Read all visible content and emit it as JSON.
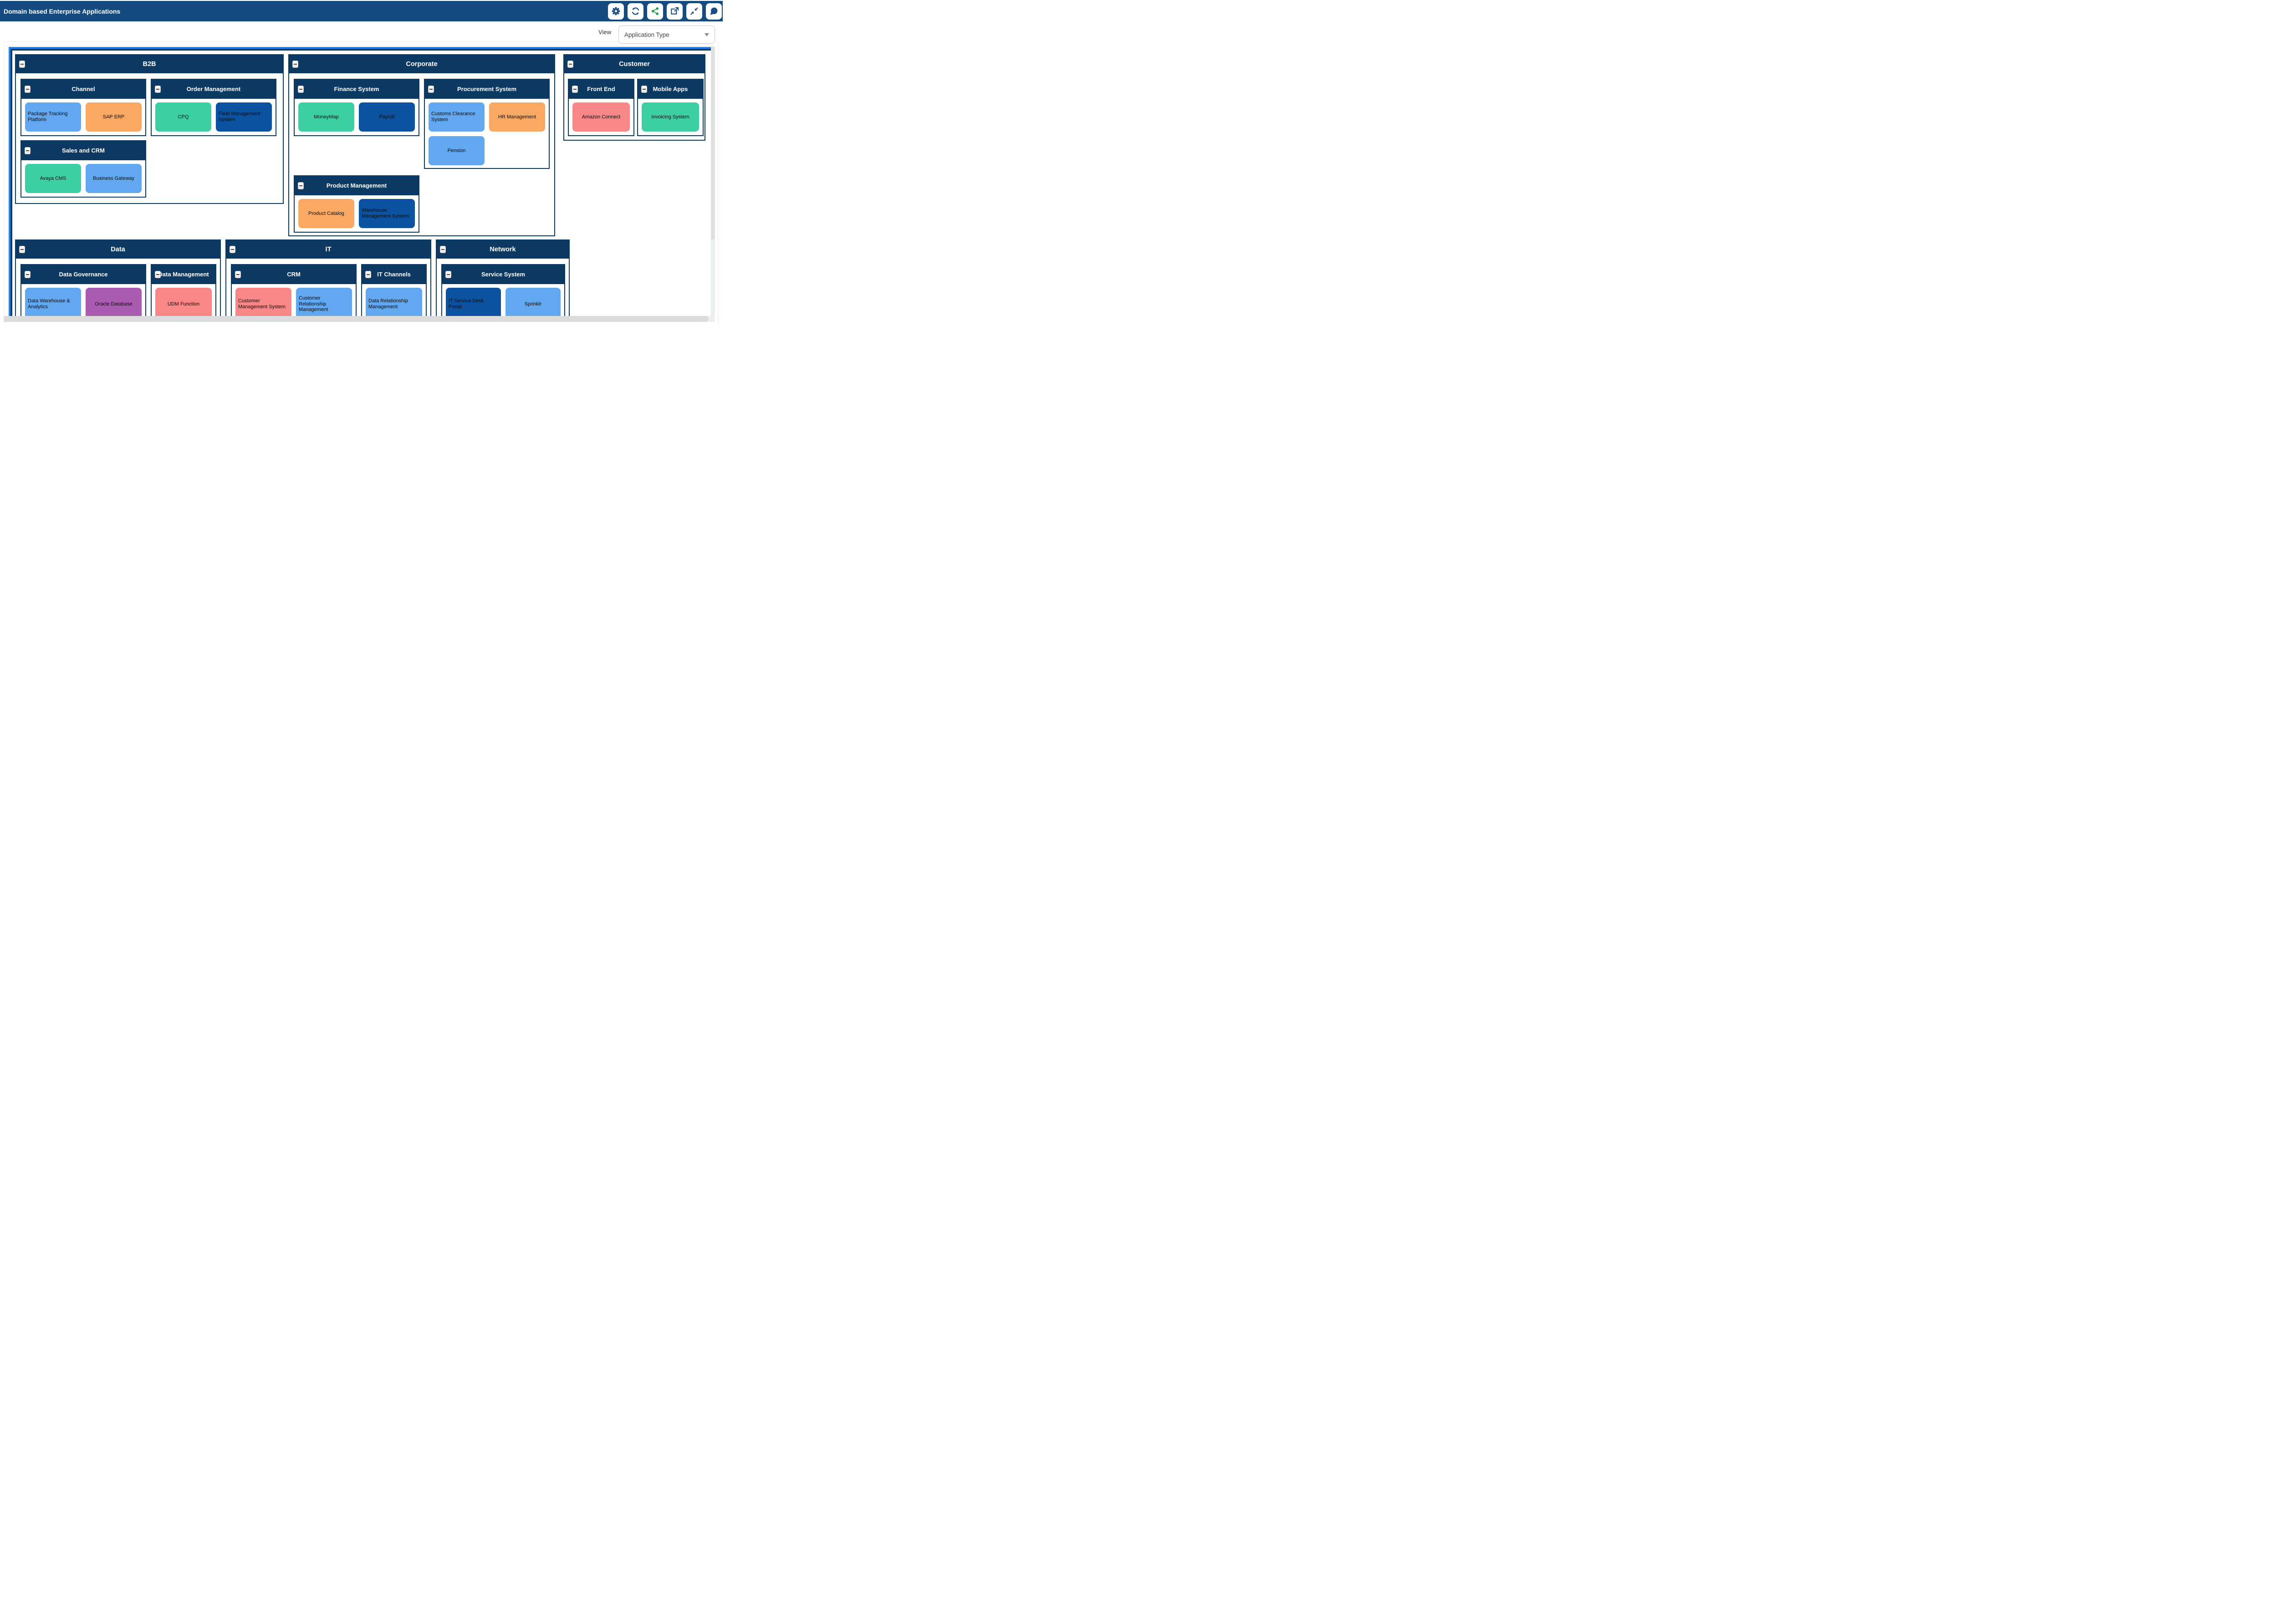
{
  "topbar": {
    "title": "Domain based Enterprise Applications",
    "buttons": [
      {
        "name": "settings",
        "icon": "gear"
      },
      {
        "name": "refresh",
        "icon": "refresh"
      },
      {
        "name": "share",
        "icon": "share"
      },
      {
        "name": "open-external",
        "icon": "external-link"
      },
      {
        "name": "collapse-view",
        "icon": "compress-arrows"
      },
      {
        "name": "comments",
        "icon": "chat-bubble"
      }
    ]
  },
  "view_selector": {
    "label": "View",
    "value": "Application Type"
  },
  "collapse_symbol": "-",
  "colors": {
    "topbar_navy": "#164b81",
    "header_navy": "#0d3a63",
    "frame_blue": "#2187f5",
    "icon_navy": "#1c4e84",
    "icon_green": "#2f9e49",
    "scrollbar_gray": "#dbdbdb"
  },
  "palette": {
    "light_blue": "#61a8f0",
    "orange": "#f9a963",
    "teal": "#3ccfa3",
    "dark_blue": "#0b52a1",
    "salmon": "#f98787",
    "purple": "#aa5cb0"
  },
  "domains": [
    {
      "title": "B2B",
      "slug": "b2b",
      "groups": [
        {
          "title": "Channel",
          "slug": "channel",
          "apps": [
            {
              "label": "Package Tracking Platform",
              "color": "light_blue"
            },
            {
              "label": "SAP ERP",
              "color": "orange"
            }
          ]
        },
        {
          "title": "Order Management",
          "slug": "order-management",
          "apps": [
            {
              "label": "CPQ",
              "color": "teal"
            },
            {
              "label": "Fleet Management System",
              "color": "dark_blue"
            }
          ]
        },
        {
          "title": "Sales and CRM",
          "slug": "sales-and-crm",
          "apps": [
            {
              "label": "Avaya CMS",
              "color": "teal"
            },
            {
              "label": "Business Gateway",
              "color": "light_blue"
            }
          ]
        }
      ]
    },
    {
      "title": "Corporate",
      "slug": "corporate",
      "groups": [
        {
          "title": "Finance System",
          "slug": "finance-system",
          "apps": [
            {
              "label": "MoneyMap",
              "color": "teal"
            },
            {
              "label": "Payroll",
              "color": "dark_blue"
            }
          ]
        },
        {
          "title": "Procurement System",
          "slug": "procurement-system",
          "apps": [
            {
              "label": "Customs Clearance System",
              "color": "light_blue"
            },
            {
              "label": "HR Management",
              "color": "orange"
            },
            {
              "label": "Pension",
              "color": "light_blue"
            }
          ]
        },
        {
          "title": "Product Management",
          "slug": "product-management",
          "apps": [
            {
              "label": "Product Catalog",
              "color": "orange"
            },
            {
              "label": "Warehouse Management System",
              "color": "dark_blue"
            }
          ]
        }
      ]
    },
    {
      "title": "Customer",
      "slug": "customer",
      "groups": [
        {
          "title": "Front End",
          "slug": "front-end",
          "apps": [
            {
              "label": "Amazon Connect",
              "color": "salmon"
            }
          ]
        },
        {
          "title": "Mobile Apps",
          "slug": "mobile-apps",
          "apps": [
            {
              "label": "Invoicing System",
              "color": "teal"
            }
          ]
        }
      ]
    },
    {
      "title": "Data",
      "slug": "data",
      "groups": [
        {
          "title": "Data Governance",
          "slug": "data-governance",
          "apps": [
            {
              "label": "Data Warehouse & Analytics",
              "color": "light_blue"
            },
            {
              "label": "Oracle Database",
              "color": "purple"
            }
          ]
        },
        {
          "title": "Data Management",
          "slug": "data-management",
          "apps": [
            {
              "label": "UDM Function",
              "color": "salmon"
            }
          ]
        }
      ]
    },
    {
      "title": "IT",
      "slug": "it",
      "groups": [
        {
          "title": "CRM",
          "slug": "crm",
          "apps": [
            {
              "label": "Customer Management System",
              "color": "salmon"
            },
            {
              "label": "Customer Relationship Management",
              "color": "light_blue"
            }
          ]
        },
        {
          "title": "IT Channels",
          "slug": "it-channels",
          "apps": [
            {
              "label": "Data Relationship Management",
              "color": "light_blue"
            }
          ]
        }
      ]
    },
    {
      "title": "Network",
      "slug": "network",
      "groups": [
        {
          "title": "Service System",
          "slug": "service-system",
          "apps": [
            {
              "label": "IT Service Desk Portal",
              "color": "dark_blue"
            },
            {
              "label": "Sprinklr",
              "color": "light_blue"
            }
          ]
        }
      ]
    }
  ]
}
